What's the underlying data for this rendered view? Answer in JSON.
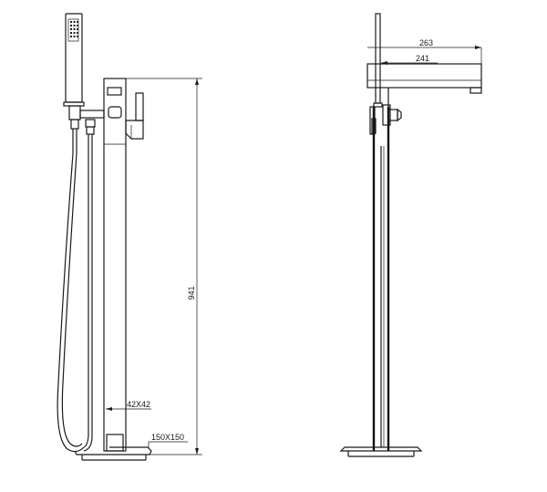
{
  "drawing": {
    "dimensions": {
      "height": "941",
      "column": "42X42",
      "base": "150X150",
      "reach_total": "263",
      "reach_spout": "241"
    }
  }
}
